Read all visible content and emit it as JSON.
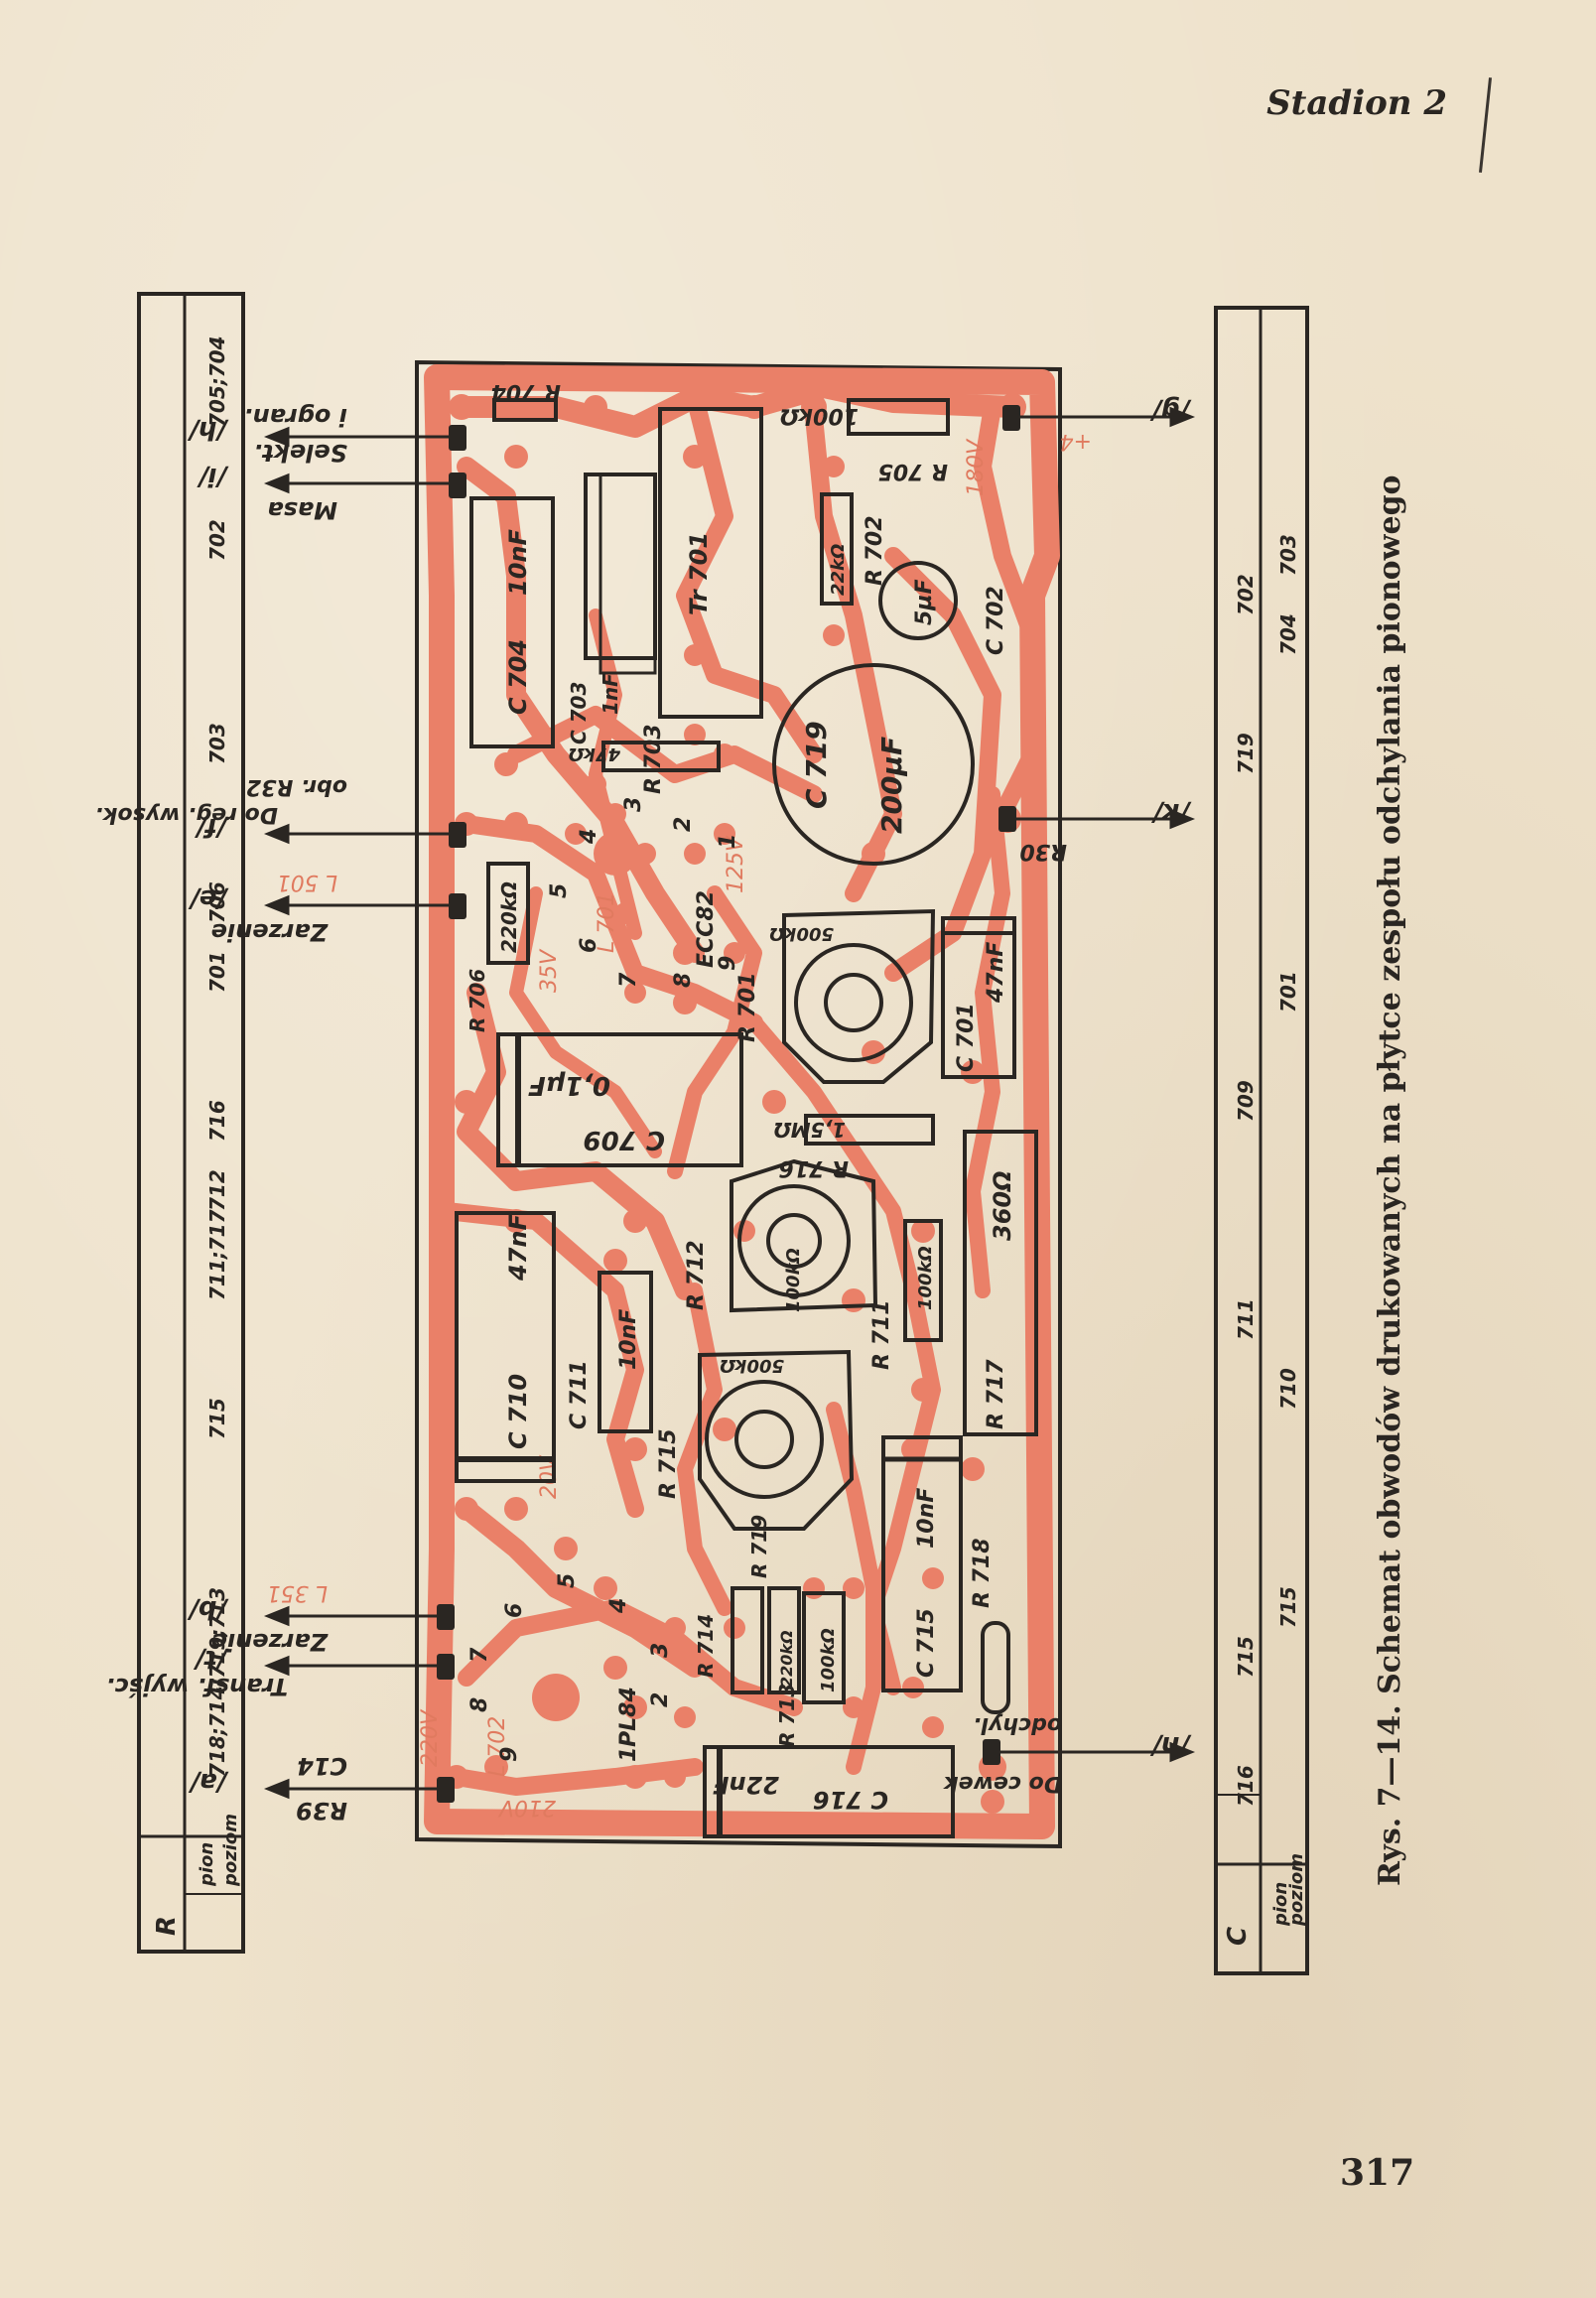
{
  "header": {
    "title": "Stadion 2"
  },
  "page_number": "317",
  "caption": "Rys. 7—14. Schemat obwodów drukowanych na płytce zespołu odchylania pionowego",
  "scale_left": {
    "letter": "R",
    "row_labels": [
      "pion",
      "poziom"
    ],
    "entries": [
      "718;714;719;713",
      "715",
      "711;717",
      "712",
      "716",
      "706",
      "701",
      "703",
      "702",
      "705;704"
    ]
  },
  "scale_right": {
    "letter": "C",
    "row_labels": [
      "pion",
      "poziom"
    ],
    "pion_entries": [
      "715",
      "711",
      "709",
      "719",
      "702",
      "716"
    ],
    "poziom_entries": [
      "715",
      "710",
      "701",
      "704",
      "703"
    ],
    "extra": "716"
  },
  "connectors_left": {
    "h": "/h/",
    "i": "/i/",
    "f": "/f/",
    "e": "/e/",
    "b": "/b/",
    "t": "/t/",
    "a": "/a/",
    "h_label": "Selekt.",
    "h_label2": "i ogran.",
    "i_label": "Masa",
    "f_label": "Do reg. wysok.",
    "f_label2": "obr. R32",
    "e_label": "Zarzenie",
    "e_ref": "L 501",
    "b_label": "Zarzenie",
    "b_ref": "L 351",
    "t_label": "Transf. wyjśc.",
    "a_label": "C14",
    "a_ref": "R39"
  },
  "connectors_right": {
    "g": "/g/",
    "k": "/k/",
    "n": "/n/",
    "g_ref": "+4",
    "k_ref": "R30",
    "n_label": "Do cewek",
    "n_label2": "odchyl."
  },
  "components": {
    "R704": "R 704",
    "R705": "R 705",
    "R705_val": "100kΩ",
    "R702": "R 702",
    "R702_val": "22kΩ",
    "C702": "C 702",
    "C702_val": "5µF",
    "Tr701": "Tr 701",
    "C704": "C 704",
    "C704_val": "10nF",
    "C703": "C 703",
    "C703_val": "1nF",
    "R703": "R 703",
    "R703_val": "47kΩ",
    "C719": "C 719",
    "C719_val": "200µF",
    "L701": "L 701",
    "ECC82": "ECC82",
    "R706": "R 706",
    "R706_val": "220kΩ",
    "R701": "R 701",
    "R701_val": "500kΩ",
    "C701": "C 701",
    "C701_val": "47nF",
    "C709": "C 709",
    "C709_val": "0,1µF",
    "R716": "R 716",
    "R716_val": "1,5MΩ",
    "R712": "R 712",
    "R712_val": "100kΩ",
    "R711": "R 711",
    "R711_val": "100kΩ",
    "R717": "R 717",
    "R717_val": "360Ω",
    "C710": "C 710",
    "C710_val": "47nF",
    "C711": "C 711",
    "C711_val": "10nF",
    "R715": "R 715",
    "R715_val": "500kΩ",
    "C715": "C 715",
    "C715_val": "10nF",
    "R718": "R 718",
    "R714": "R 714",
    "R719": "R 719",
    "R713": "R 713",
    "R713_val": "100kΩ",
    "R719_val": "220kΩ",
    "L702": "L 702",
    "PL84": "PL84",
    "C716": "C 716",
    "C716_val": "22nF"
  },
  "voltages": {
    "v180": "180V",
    "v125": "125V",
    "v35": "35V",
    "v20": "20V",
    "v220": "220V",
    "v210": "210V"
  },
  "pins": [
    "1",
    "2",
    "3",
    "4",
    "5",
    "6",
    "7",
    "8",
    "9"
  ]
}
